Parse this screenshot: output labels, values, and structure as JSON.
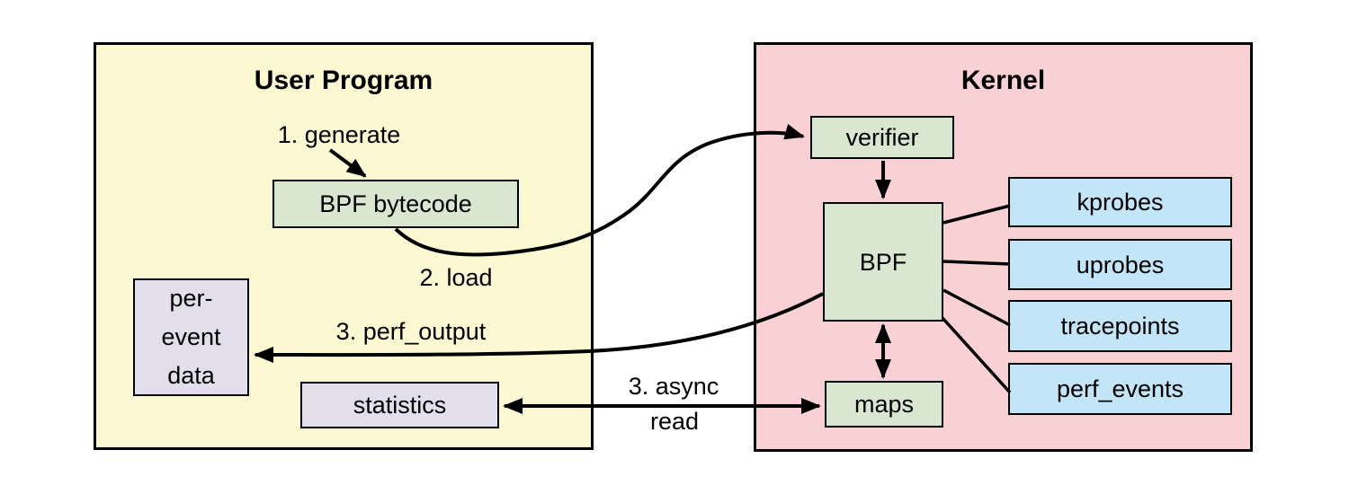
{
  "user_program": {
    "title": "User Program",
    "bpf_bytecode": "BPF bytecode",
    "per_event_data": {
      "line1": "per-",
      "line2": "event",
      "line3": "data"
    },
    "statistics": "statistics"
  },
  "kernel": {
    "title": "Kernel",
    "verifier": "verifier",
    "bpf": "BPF",
    "maps": "maps",
    "kprobes": "kprobes",
    "uprobes": "uprobes",
    "tracepoints": "tracepoints",
    "perf_events": "perf_events"
  },
  "labels": {
    "generate": "1. generate",
    "load": "2. load",
    "perf_output": "3. perf_output",
    "async_read_line1": "3. async",
    "async_read_line2": "read"
  },
  "colors": {
    "page_bg": "#FFFFFF",
    "user_program_bg": "#FBF8D2",
    "kernel_bg": "#F9D0D3",
    "green_node_bg": "#D9E7D1",
    "blue_node_bg": "#C2E6F8",
    "purple_node_bg": "#E2DEEC",
    "stroke": "#000000"
  }
}
